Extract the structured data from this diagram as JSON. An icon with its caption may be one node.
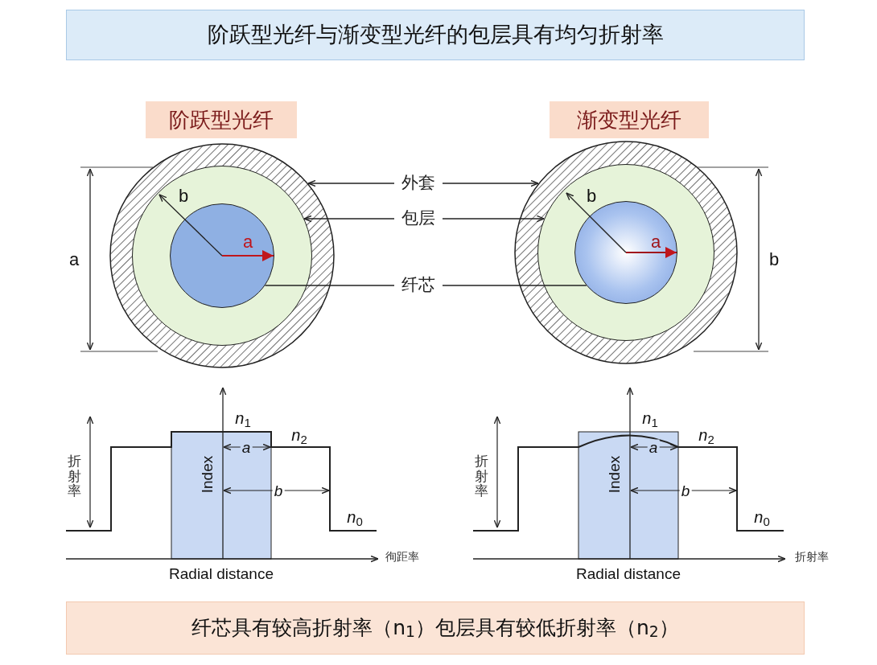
{
  "diagram": {
    "title": "阶跃型光纤与渐变型光纤的包层具有均匀折射率",
    "caption": "纤芯具有较高折射率（n$_{1}$）包层具有较低折射率（n$_{2}$）",
    "nodes": [
      {
        "text": [
          "阶跃型光纤"
        ]
      },
      {
        "text": [
          "渐变型光纤"
        ]
      },
      {
        "text": [],
        "shape": "circle"
      },
      {
        "text": [],
        "shape": "circle",
        "in": 2
      },
      {
        "text": [],
        "shape": "circle",
        "in": 3
      },
      {
        "text": [],
        "shape": "circle"
      },
      {
        "text": [],
        "shape": "circle",
        "in": 5
      },
      {
        "text": [],
        "shape": "circle",
        "in": 6
      },
      {
        "text": [
          "外套"
        ]
      },
      {
        "text": [
          "包层"
        ]
      },
      {
        "text": [
          "纤芯"
        ]
      }
    ],
    "edges": [
      {
        "from": 8,
        "to": 2,
        "arrow": "to"
      },
      {
        "from": 8,
        "to": 5,
        "arrow": "to"
      },
      {
        "from": 9,
        "to": 3,
        "arrow": "to"
      },
      {
        "from": 9,
        "to": 6,
        "arrow": "to"
      },
      {
        "from": 10,
        "to": 4,
        "arrow": "none"
      },
      {
        "from": 10,
        "to": 7,
        "arrow": "none"
      }
    ],
    "labels": [
      "a",
      "b",
      "a",
      "b",
      "a",
      "b",
      "折射率",
      "Index",
      "*n*$_{1}$",
      "*n*$_{2}$",
      "a",
      "b",
      "*n*$_{0}$",
      "Radial distance",
      "徇距率",
      "折射率",
      "Index",
      "*n*$_{1}$",
      "*n*$_{2}$",
      "a",
      "b",
      "*n*$_{0}$",
      "Radial distance",
      "折射率"
    ]
  }
}
